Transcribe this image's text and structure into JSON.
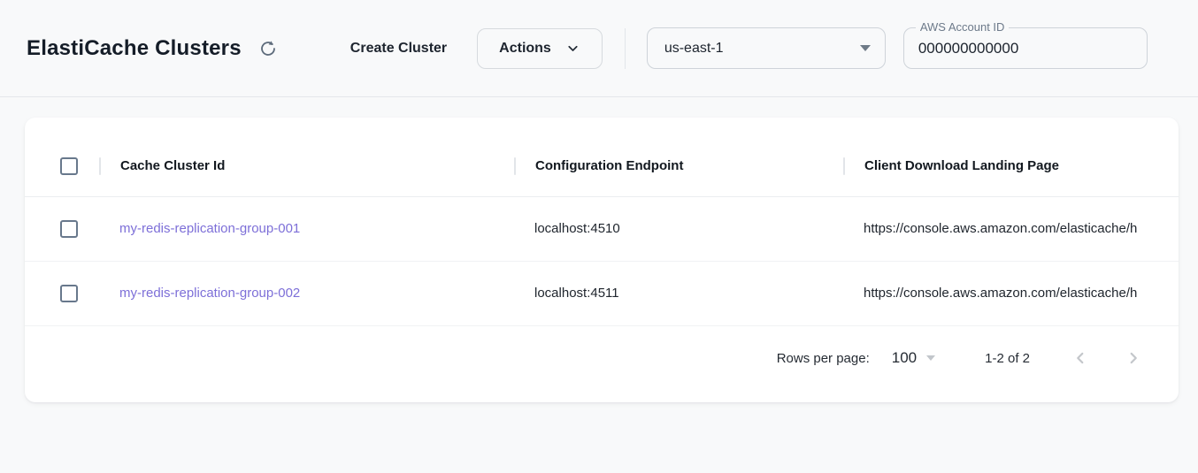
{
  "header": {
    "title": "ElastiCache Clusters",
    "create_cluster_label": "Create Cluster",
    "actions_label": "Actions",
    "region": {
      "value": "us-east-1"
    },
    "account": {
      "label": "AWS Account ID",
      "value": "000000000000"
    }
  },
  "table": {
    "columns": [
      {
        "label": "Cache Cluster Id"
      },
      {
        "label": "Configuration Endpoint"
      },
      {
        "label": "Client Download Landing Page"
      }
    ],
    "rows": [
      {
        "cache_cluster_id": "my-redis-replication-group-001",
        "configuration_endpoint": "localhost:4510",
        "client_download_landing_page": "https://console.aws.amazon.com/elasticache/h"
      },
      {
        "cache_cluster_id": "my-redis-replication-group-002",
        "configuration_endpoint": "localhost:4511",
        "client_download_landing_page": "https://console.aws.amazon.com/elasticache/h"
      }
    ]
  },
  "pagination": {
    "rows_per_page_label": "Rows per page:",
    "rows_per_page_value": "100",
    "range": "1-2 of 2"
  },
  "icons": {
    "refresh": "circular-refresh-arrow",
    "actions_arrow": "chevron-down",
    "region_arrow": "triangle-down",
    "rows_per_page_arrow": "triangle-down",
    "prev_page": "chevron-left",
    "next_page": "chevron-right"
  },
  "colors": {
    "link": "#7d6fd8",
    "text_primary": "#1b222c",
    "text_secondary": "#6d7a8a",
    "page_background": "#f8f9fa",
    "card_background": "#ffffff",
    "border": "#ced3d9"
  }
}
